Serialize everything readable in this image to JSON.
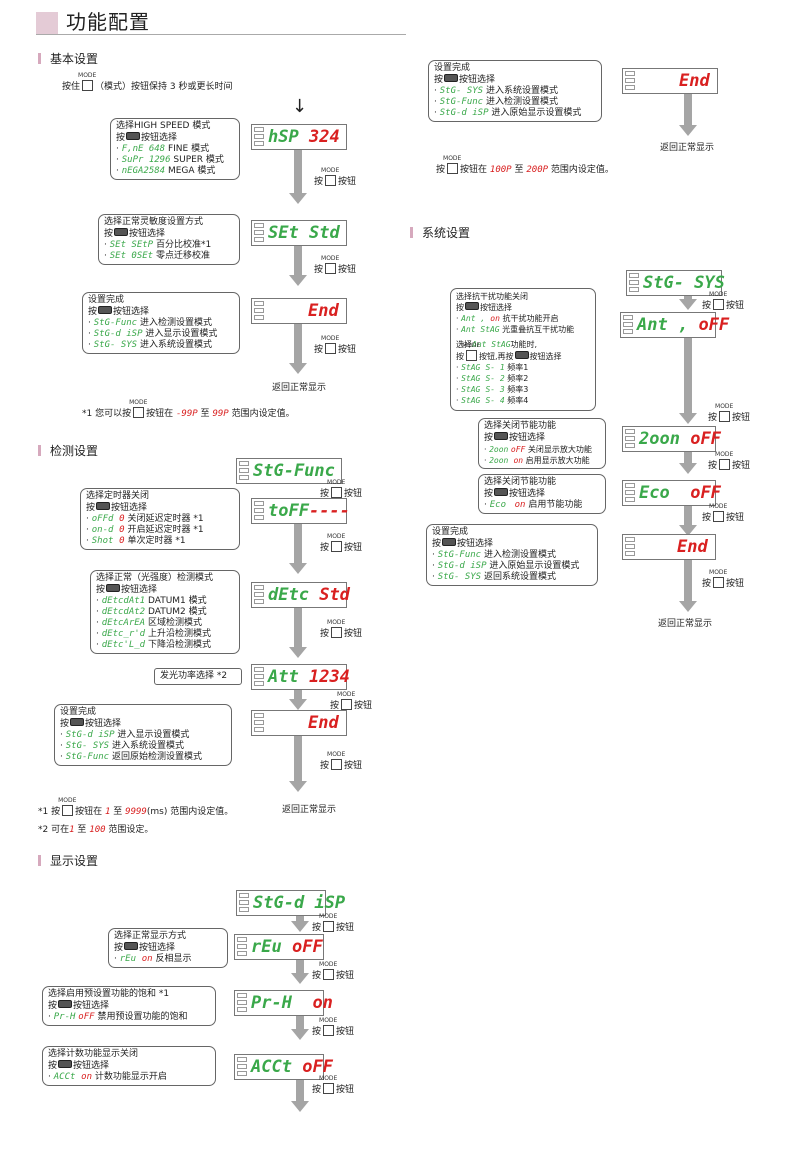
{
  "page_title": "功能配置",
  "common": {
    "press": "按",
    "button": "按钮",
    "mode": "MODE",
    "press_set": "按",
    "set_select": "按钮选择",
    "return_normal": "返回正常显示",
    "setting_done": "设置完成"
  },
  "basic": {
    "title": "基本设置",
    "instruction_pre": "按住",
    "instruction_post": "（模式）按钮保持 3 秒或更长时间",
    "speed_box": {
      "title": "选择HIGH SPEED 模式",
      "items": [
        {
          "code": "F,nE 648",
          "label": "FINE 模式"
        },
        {
          "code": "SuPr 1296",
          "label": "SUPER 模式"
        },
        {
          "code": "nEGA2584",
          "label": "MEGA 模式"
        }
      ]
    },
    "disp1": {
      "left": "hSP",
      "right": "324"
    },
    "sens_box": {
      "title": "选择正常灵敏度设置方式",
      "items": [
        {
          "code": "SEt SEtP",
          "label": "百分比校准*1"
        },
        {
          "code": "SEt 0SEt",
          "label": "零点迁移校准"
        }
      ]
    },
    "disp2": {
      "left": "SEt",
      "right": "Std"
    },
    "done_box": {
      "items": [
        {
          "code": "StG-Func",
          "label": "进入检测设置模式"
        },
        {
          "code": "StG-d iSP",
          "label": "进入显示设置模式"
        },
        {
          "code": "StG- SYS",
          "label": "进入系统设置模式"
        }
      ]
    },
    "disp3": {
      "right": "End"
    },
    "footnote_pre": "*1  您可以按",
    "footnote_mid": "按钮在",
    "footnote_min": "-99P",
    "footnote_to": "至",
    "footnote_max": "99P",
    "footnote_post": "范围内设定值。"
  },
  "detect": {
    "title": "检测设置",
    "disp0": {
      "text": "StG-Func"
    },
    "timer_box": {
      "title": "选择定时器关闭",
      "items": [
        {
          "code": "oFFd",
          "val": "0",
          "label": "关闭延迟定时器 *1"
        },
        {
          "code": "on-d",
          "val": "0",
          "label": "开启延迟定时器 *1"
        },
        {
          "code": "Shot",
          "val": "0",
          "label": "单次定时器 *1"
        }
      ]
    },
    "disp1": {
      "left": "toFF",
      "right": "----"
    },
    "mode_box": {
      "title": "选择正常（光强度）检测模式",
      "items": [
        {
          "code": "dEtcdAt1",
          "label": "DATUM1 模式"
        },
        {
          "code": "dEtcdAt2",
          "label": "DATUM2 模式"
        },
        {
          "code": "dEtcArEA",
          "label": "区域检测模式"
        },
        {
          "code": "dEtc_r'd",
          "label": "上升沿检测模式"
        },
        {
          "code": "dEtc'L_d",
          "label": "下降沿检测模式"
        }
      ]
    },
    "disp2": {
      "left": "dEtc",
      "right": "Std"
    },
    "power_box": {
      "label": "发光功率选择 *2"
    },
    "disp3": {
      "left": "Att",
      "right": "1234"
    },
    "done_box": {
      "items": [
        {
          "code": "StG-d iSP",
          "label": "进入显示设置模式"
        },
        {
          "code": "StG- SYS",
          "label": "进入系统设置模式"
        },
        {
          "code": "StG-Func",
          "label": "返回原始检测设置模式"
        }
      ]
    },
    "disp4": {
      "right": "End"
    },
    "fn1_pre": "*1  按",
    "fn1_mid": "按钮在",
    "fn1_min": "1",
    "fn1_to": "至",
    "fn1_max": "9999",
    "fn1_unit": "(ms)",
    "fn1_post": "范围内设定值。",
    "fn2_pre": "*2  可在",
    "fn2_min": "1",
    "fn2_to": "至",
    "fn2_max": "100",
    "fn2_post": "范围设定。"
  },
  "display": {
    "title": "显示设置",
    "disp0": {
      "text": "StG-d iSP"
    },
    "rev_box": {
      "title": "选择正常显示方式",
      "items": [
        {
          "code": "rEu",
          "val": "on",
          "label": "反相显示"
        }
      ]
    },
    "disp1": {
      "left": "rEu",
      "right": "oFF"
    },
    "preset_box": {
      "title": "选择启用预设置功能的饱和 *1",
      "items": [
        {
          "code": "Pr-H",
          "val": "oFF",
          "label": "禁用预设置功能的饱和"
        }
      ]
    },
    "disp2": {
      "left": "Pr-H",
      "right": "on"
    },
    "count_box": {
      "title": "选择计数功能显示关闭",
      "items": [
        {
          "code": "ACCt",
          "val": "on",
          "label": "计数功能显示开启"
        }
      ]
    },
    "disp3": {
      "left": "ACCt",
      "right": "oFF"
    }
  },
  "right_top": {
    "done_box": {
      "items": [
        {
          "code": "StG- SYS",
          "label": "进入系统设置模式"
        },
        {
          "code": "StG-Func",
          "label": "进入检测设置模式"
        },
        {
          "code": "StG-d iSP",
          "label": "进入原始显示设置模式"
        }
      ]
    },
    "disp": {
      "right": "End"
    },
    "note_pre": "按",
    "note_mid": "按钮在",
    "note_min": "100P",
    "note_to": "至",
    "note_max": "200P",
    "note_post": "范围内设定值。"
  },
  "system": {
    "title": "系统设置",
    "disp0": {
      "text": "StG- SYS"
    },
    "interf_box": {
      "title": "选择抗干扰功能关闭",
      "items": [
        {
          "code": "Ant ,",
          "val": "on",
          "label": "抗干扰功能开启"
        },
        {
          "code": "Ant StAG",
          "val": "",
          "label": "光重叠抗互干扰功能"
        }
      ],
      "sub_pre": "选择",
      "sub_code": "Ant StAG",
      "sub_post": "功能时,",
      "sub2_pre": "按",
      "sub2_mid": "按钮,再按",
      "sub2_post": "按钮选择",
      "freqs": [
        {
          "code": "StAG",
          "val": "S- 1",
          "label": "频率1"
        },
        {
          "code": "StAG",
          "val": "S- 2",
          "label": "频率2"
        },
        {
          "code": "StAG",
          "val": "S- 3",
          "label": "频率3"
        },
        {
          "code": "StAG",
          "val": "S- 4",
          "label": "频率4"
        }
      ]
    },
    "disp1": {
      "left": "Ant ,",
      "right": "oFF"
    },
    "zoom_box": {
      "title": "选择关闭节能功能",
      "items": [
        {
          "code": "2oon",
          "val": "oFF",
          "label": "关闭显示放大功能"
        },
        {
          "code": "2oon",
          "val": "on",
          "label": "启用显示放大功能"
        }
      ]
    },
    "disp2": {
      "left": "2oon",
      "right": "oFF"
    },
    "eco_box": {
      "title": "选择关闭节能功能",
      "items": [
        {
          "code": "Eco",
          "val": "on",
          "label": "启用节能功能"
        }
      ]
    },
    "disp3": {
      "left": "Eco",
      "right": "oFF"
    },
    "done_box": {
      "items": [
        {
          "code": "StG-Func",
          "label": "进入检测设置模式"
        },
        {
          "code": "StG-d iSP",
          "label": "进入原始显示设置模式"
        },
        {
          "code": "StG- SYS",
          "label": "返回系统设置模式"
        }
      ]
    },
    "disp4": {
      "right": "End"
    }
  },
  "colors": {
    "green": "#3aa84a",
    "red": "#d92020",
    "arrow": "#a5a5a5",
    "accent": "#d6a9bd"
  }
}
